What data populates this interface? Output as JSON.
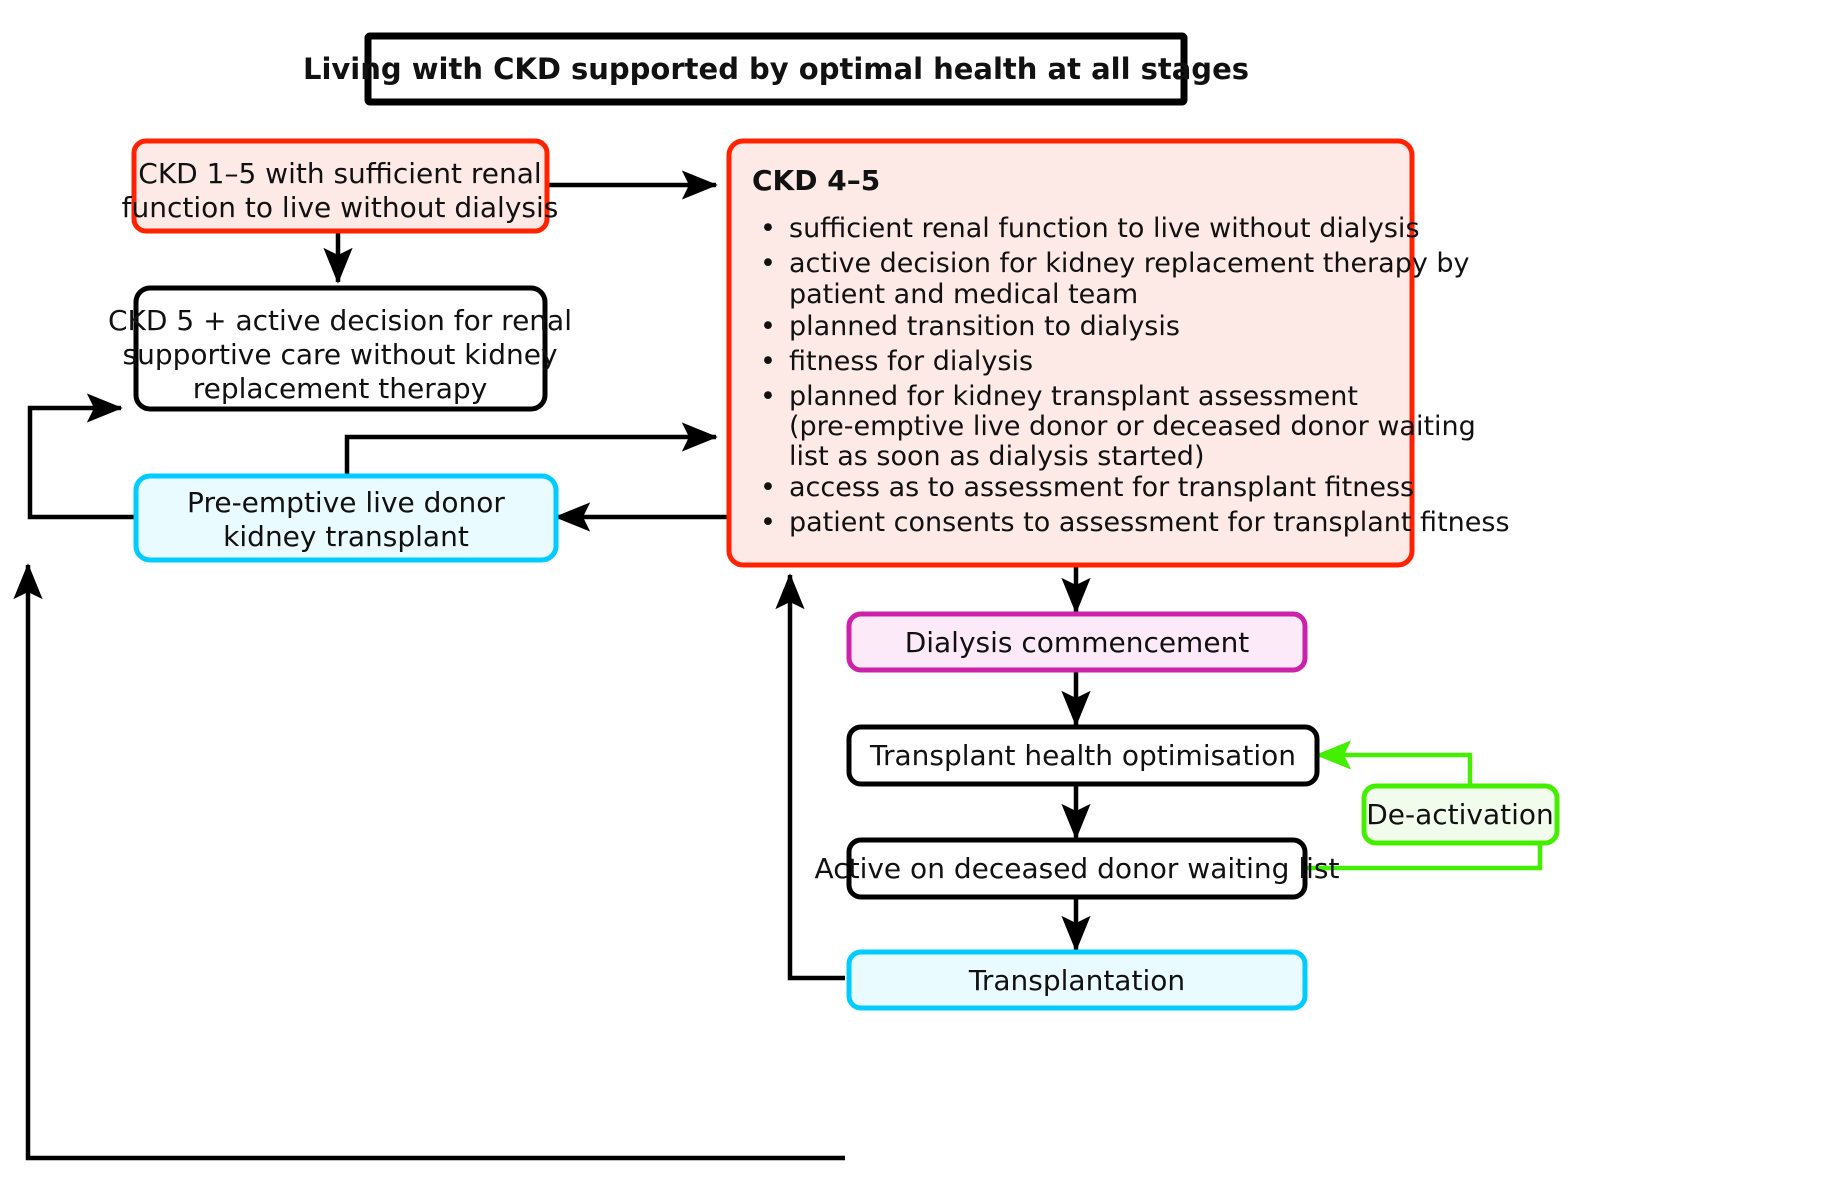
{
  "diagram": {
    "title_banner": {
      "text": "Living with CKD supported by optimal health at all stages",
      "border_color": "#000000",
      "fill_color": "#ffffff"
    },
    "nodes": {
      "ckd_1_5": {
        "lines": [
          "CKD 1–5 with sufficient renal",
          "function to live without dialysis"
        ],
        "border_color": "#ff2200",
        "fill_color": "#fdeae7"
      },
      "ckd5_supportive": {
        "lines": [
          "CKD 5 + active decision for renal",
          "supportive care without kidney",
          "replacement therapy"
        ],
        "border_color": "#000000",
        "fill_color": "#ffffff"
      },
      "preemptive_live_donor": {
        "lines": [
          "Pre-emptive live donor",
          "kidney transplant"
        ],
        "border_color": "#00ccff",
        "fill_color": "#e9fbff"
      },
      "ckd_4_5": {
        "heading": "CKD 4–5",
        "border_color": "#ff2200",
        "fill_color": "#fdeae7",
        "bullets": [
          [
            "sufficient renal function to live without dialysis"
          ],
          [
            "active decision for kidney replacement therapy by",
            "patient and medical team"
          ],
          [
            "planned transition to dialysis"
          ],
          [
            "fitness for dialysis"
          ],
          [
            "planned for kidney  transplant assessment",
            "(pre-emptive  live donor or deceased donor waiting",
            "list as soon as dialysis started)"
          ],
          [
            "access as to assessment for transplant fitness"
          ],
          [
            "patient consents to assessment for transplant fitness"
          ]
        ]
      },
      "dialysis_commencement": {
        "lines": [
          "Dialysis commencement"
        ],
        "border_color": "#cc22aa",
        "fill_color": "#fdeaf8"
      },
      "transplant_health_optimisation": {
        "lines": [
          "Transplant health optimisation"
        ],
        "border_color": "#000000",
        "fill_color": "#ffffff"
      },
      "active_waiting_list": {
        "lines": [
          "Active on deceased donor waiting list"
        ],
        "border_color": "#000000",
        "fill_color": "#ffffff"
      },
      "transplantation": {
        "lines": [
          "Transplantation"
        ],
        "border_color": "#00ccff",
        "fill_color": "#e9fbff"
      },
      "de_activation": {
        "lines": [
          "De-activation"
        ],
        "border_color": "#44ee00",
        "fill_color": "#f2fcec"
      }
    },
    "connector_colors": {
      "default": "#000000",
      "deactivation": "#44ee00"
    }
  }
}
